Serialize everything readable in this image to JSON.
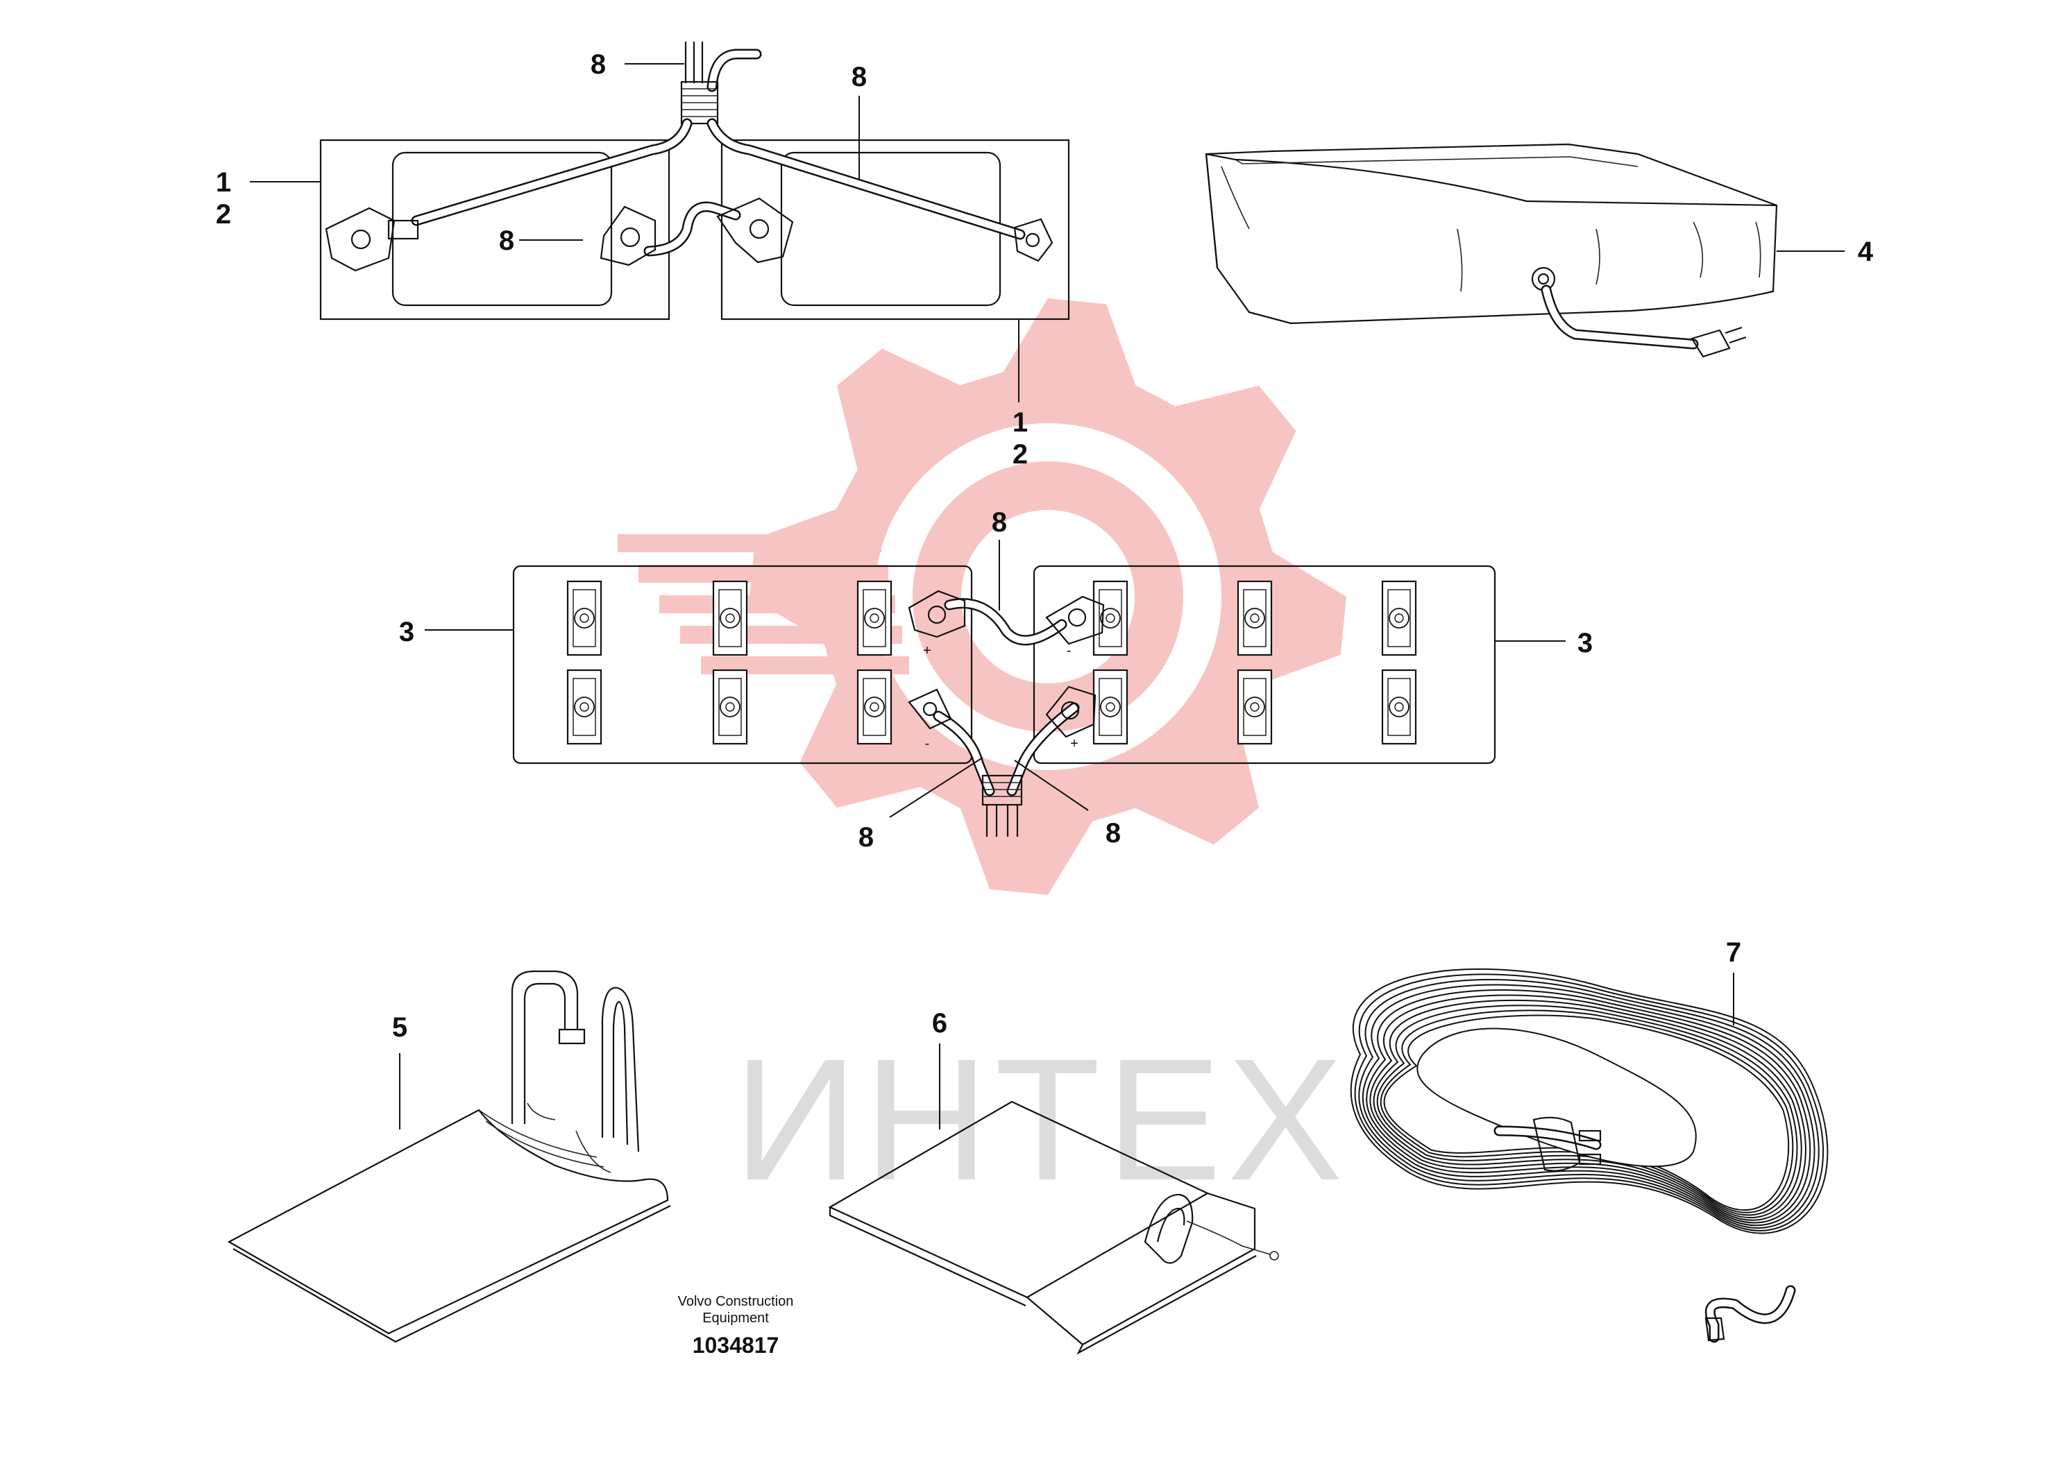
{
  "watermark": {
    "text": "ИНТЕХ",
    "gear_color": "#f7c4c4",
    "text_color": "#dcdcdc"
  },
  "callouts": [
    {
      "id": "c8-top",
      "text": "8"
    },
    {
      "id": "c8-top-right",
      "text": "8"
    },
    {
      "id": "c1-left",
      "text": "1"
    },
    {
      "id": "c2-left",
      "text": "2"
    },
    {
      "id": "c8-mid-left",
      "text": "8"
    },
    {
      "id": "c1-center",
      "text": "1"
    },
    {
      "id": "c2-center",
      "text": "2"
    },
    {
      "id": "c4",
      "text": "4"
    },
    {
      "id": "c8-center",
      "text": "8"
    },
    {
      "id": "c3-left",
      "text": "3"
    },
    {
      "id": "c3-right",
      "text": "3"
    },
    {
      "id": "c8-bottom-left",
      "text": "8"
    },
    {
      "id": "c8-bottom-right",
      "text": "8"
    },
    {
      "id": "c5",
      "text": "5"
    },
    {
      "id": "c6",
      "text": "6"
    },
    {
      "id": "c7",
      "text": "7"
    }
  ],
  "terminal_marks": [
    "+",
    "-",
    "-",
    "+"
  ],
  "caption": {
    "line1": "Volvo Construction",
    "line2": "Equipment",
    "number": "1034817"
  }
}
